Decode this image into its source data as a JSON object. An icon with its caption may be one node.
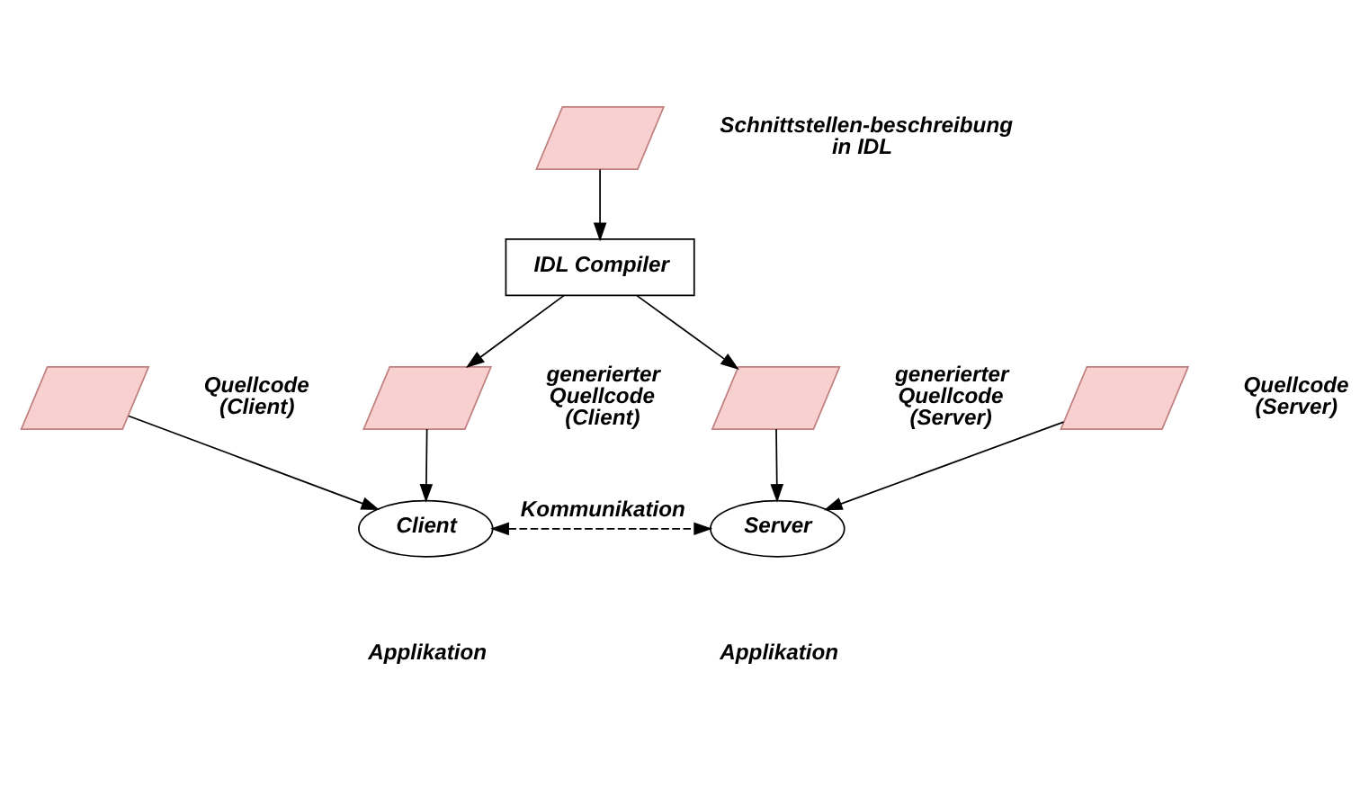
{
  "diagram": {
    "nodes": [
      {
        "text": [],
        "shape": "parallelogram",
        "beside": [
          "Schnittstellen-beschreibung in IDL"
        ]
      },
      {
        "text": [
          "IDL Compiler"
        ]
      },
      {
        "text": [],
        "shape": "parallelogram",
        "beside": [
          "Quellcode (Client)"
        ]
      },
      {
        "text": [],
        "shape": "parallelogram",
        "beside": [
          "generierter Quellcode (Client)"
        ]
      },
      {
        "text": [],
        "shape": "parallelogram",
        "beside": [
          "generierter Quellcode (Server)"
        ]
      },
      {
        "text": [],
        "shape": "parallelogram",
        "beside": [
          "Quellcode (Server)"
        ]
      },
      {
        "text": [
          "Client"
        ],
        "beside": [
          "Applikation"
        ]
      },
      {
        "text": [
          "Server"
        ],
        "beside": [
          "Applikation"
        ]
      }
    ],
    "edges": [
      {
        "from": 0,
        "to": 1,
        "arrow": "to"
      },
      {
        "from": 1,
        "to": 3,
        "arrow": "to"
      },
      {
        "from": 1,
        "to": 4,
        "arrow": "to"
      },
      {
        "from": 2,
        "to": 6,
        "arrow": "to"
      },
      {
        "from": 3,
        "to": 6,
        "arrow": "to"
      },
      {
        "from": 4,
        "to": 7,
        "arrow": "to"
      },
      {
        "from": 5,
        "to": 7,
        "arrow": "to"
      },
      {
        "from": 6,
        "to": 7,
        "arrow": "both",
        "style": "dashed",
        "label": "Kommunikation"
      }
    ]
  }
}
